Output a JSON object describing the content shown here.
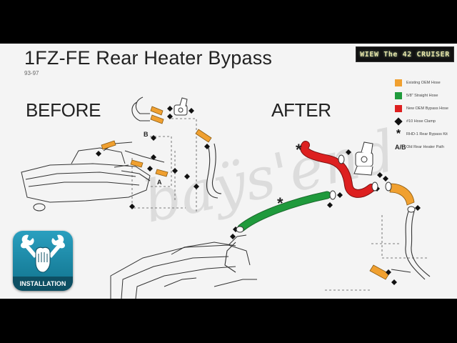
{
  "slide": {
    "title": "1FZ-FE Rear Heater Bypass",
    "subtitle": "93-97",
    "before_label": "BEFORE",
    "after_label": "AFTER",
    "brand": "WIEW The 42 CRUISER"
  },
  "legend": {
    "items": [
      {
        "label": "Existing OEM Hose",
        "color": "#f0a030",
        "shape": "square"
      },
      {
        "label": "5/8\" Straight Hose",
        "color": "#1f9a3c",
        "shape": "square"
      },
      {
        "label": "New OEM Bypass Hose",
        "color": "#dd2020",
        "shape": "square"
      },
      {
        "label": "#10 Hose Clamp",
        "color": "#111111",
        "shape": "diamond"
      },
      {
        "label": "RHD-1 Rear Bypass Kit",
        "color": "#111111",
        "shape": "asterisk"
      }
    ],
    "ab_symbol": "A/B",
    "ab_label": "Old Rear Heater Path"
  },
  "diagram": {
    "label_a": "A",
    "label_b": "B",
    "asterisk": "*"
  },
  "badge": {
    "label": "INSTALLATION",
    "icon": "wrench-hand-icon"
  }
}
